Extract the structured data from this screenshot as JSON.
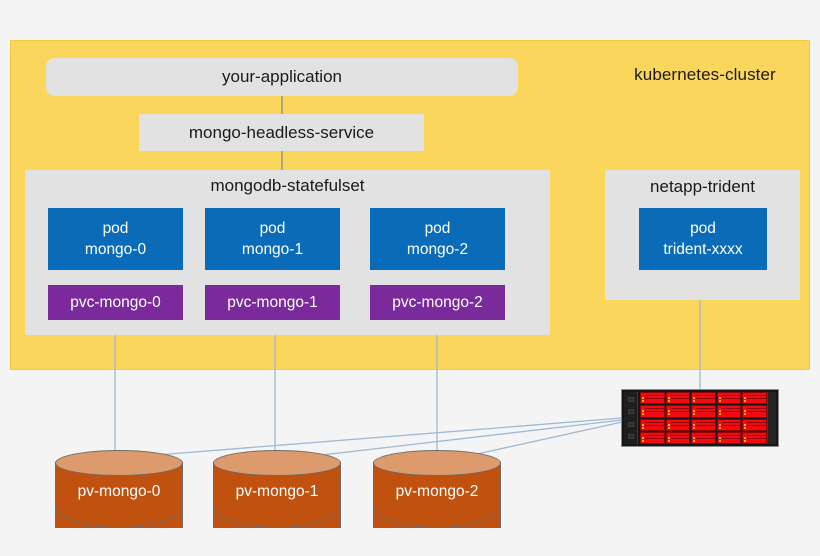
{
  "diagram": {
    "title": "kubernetes-mongodb-trident-storage-architecture",
    "background_color": "#f4f4f4"
  },
  "cluster": {
    "label": "kubernetes-cluster",
    "color": "#fbd65d"
  },
  "application": {
    "label": "your-application",
    "color": "#e2e2e2"
  },
  "service": {
    "label": "mongo-headless-service",
    "color": "#e2e2e2"
  },
  "statefulset": {
    "label": "mongodb-statefulset",
    "color": "#e2e2e2",
    "pods": [
      {
        "kind": "pod",
        "name": "mongo-0",
        "color": "#0a6cb8"
      },
      {
        "kind": "pod",
        "name": "mongo-1",
        "color": "#0a6cb8"
      },
      {
        "kind": "pod",
        "name": "mongo-2",
        "color": "#0a6cb8"
      }
    ],
    "pvcs": [
      {
        "label": "pvc-mongo-0",
        "color": "#7b2a9c"
      },
      {
        "label": "pvc-mongo-1",
        "color": "#7b2a9c"
      },
      {
        "label": "pvc-mongo-2",
        "color": "#7b2a9c"
      }
    ]
  },
  "trident": {
    "label": "netapp-trident",
    "color": "#e2e2e2",
    "pod": {
      "kind": "pod",
      "name": "trident-xxxx",
      "color": "#0a6cb8"
    }
  },
  "persistent_volumes": [
    {
      "label": "pv-mongo-0",
      "body_color": "#c1510e",
      "top_color": "#dc9a6d"
    },
    {
      "label": "pv-mongo-1",
      "body_color": "#c1510e",
      "top_color": "#dc9a6d"
    },
    {
      "label": "pv-mongo-2",
      "body_color": "#c1510e",
      "top_color": "#dc9a6d"
    }
  ],
  "storage_array": {
    "name": "disk-shelf",
    "rows": 4,
    "columns": 5,
    "drive_color": "#f00a12",
    "chassis_color": "#161616"
  },
  "connectors": {
    "color": "#9db9d4",
    "links": [
      {
        "from": "your-application",
        "to": "mongo-headless-service"
      },
      {
        "from": "mongo-headless-service",
        "to": "mongodb-statefulset"
      },
      {
        "from": "pvc-mongo-0",
        "to": "pv-mongo-0"
      },
      {
        "from": "pvc-mongo-1",
        "to": "pv-mongo-1"
      },
      {
        "from": "pvc-mongo-2",
        "to": "pv-mongo-2"
      },
      {
        "from": "pv-mongo-0",
        "to": "disk-shelf"
      },
      {
        "from": "pv-mongo-1",
        "to": "disk-shelf"
      },
      {
        "from": "pv-mongo-2",
        "to": "disk-shelf"
      },
      {
        "from": "netapp-trident",
        "to": "disk-shelf"
      }
    ]
  }
}
